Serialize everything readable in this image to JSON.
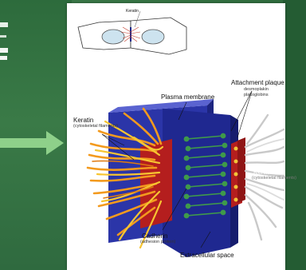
{
  "diagram": {
    "inset_label": "Keratin",
    "labels": {
      "plasma_membrane": "Plasma membrane",
      "attachment_plaque": "Attachment plaque",
      "desmoplakin": "desmoplakin",
      "plakoglobins": "plakoglobins",
      "keratin_left": "Keratin",
      "keratin_left_sub": "(cytoskeletal filaments)",
      "keratin_right": "Keratin",
      "keratin_right_sub": "(cytoskeletal filaments)",
      "cadherin": "Cadherin",
      "cadherin_sub": "(adhesion protein)",
      "extracellular_space": "Extracellular space"
    }
  },
  "colors": {
    "background_green": "#2f6a3f",
    "arrow_green": "#8ed08a",
    "membrane_blue": "#2b35a8",
    "membrane_blue_light": "#5a63d0",
    "plaque_red": "#b41e1e",
    "keratin_orange": "#f39a1e",
    "keratin_yellow": "#f7c531",
    "cadherin_green": "#3f9a4a",
    "keratin_grey": "#c9c9c9"
  }
}
